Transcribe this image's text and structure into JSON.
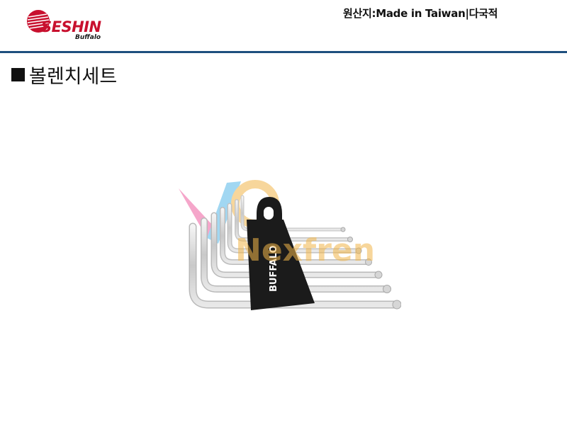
{
  "brand": {
    "name": "SESHIN",
    "sub": "Buffalo"
  },
  "header": {
    "origin_text": "원산지:Made in Taiwan|다국적"
  },
  "title": {
    "text": "볼렌치세트"
  },
  "product": {
    "holder_label": "BUFFALO",
    "watermark": "Nexfren"
  },
  "colors": {
    "brand_red": "#c8102e",
    "rule_blue": "#1e4f7e",
    "holder_black": "#1b1b1b",
    "watermark_orange": "#f2b64a",
    "watermark_pink": "#ee5ea0",
    "watermark_blue": "#55b8e8"
  }
}
